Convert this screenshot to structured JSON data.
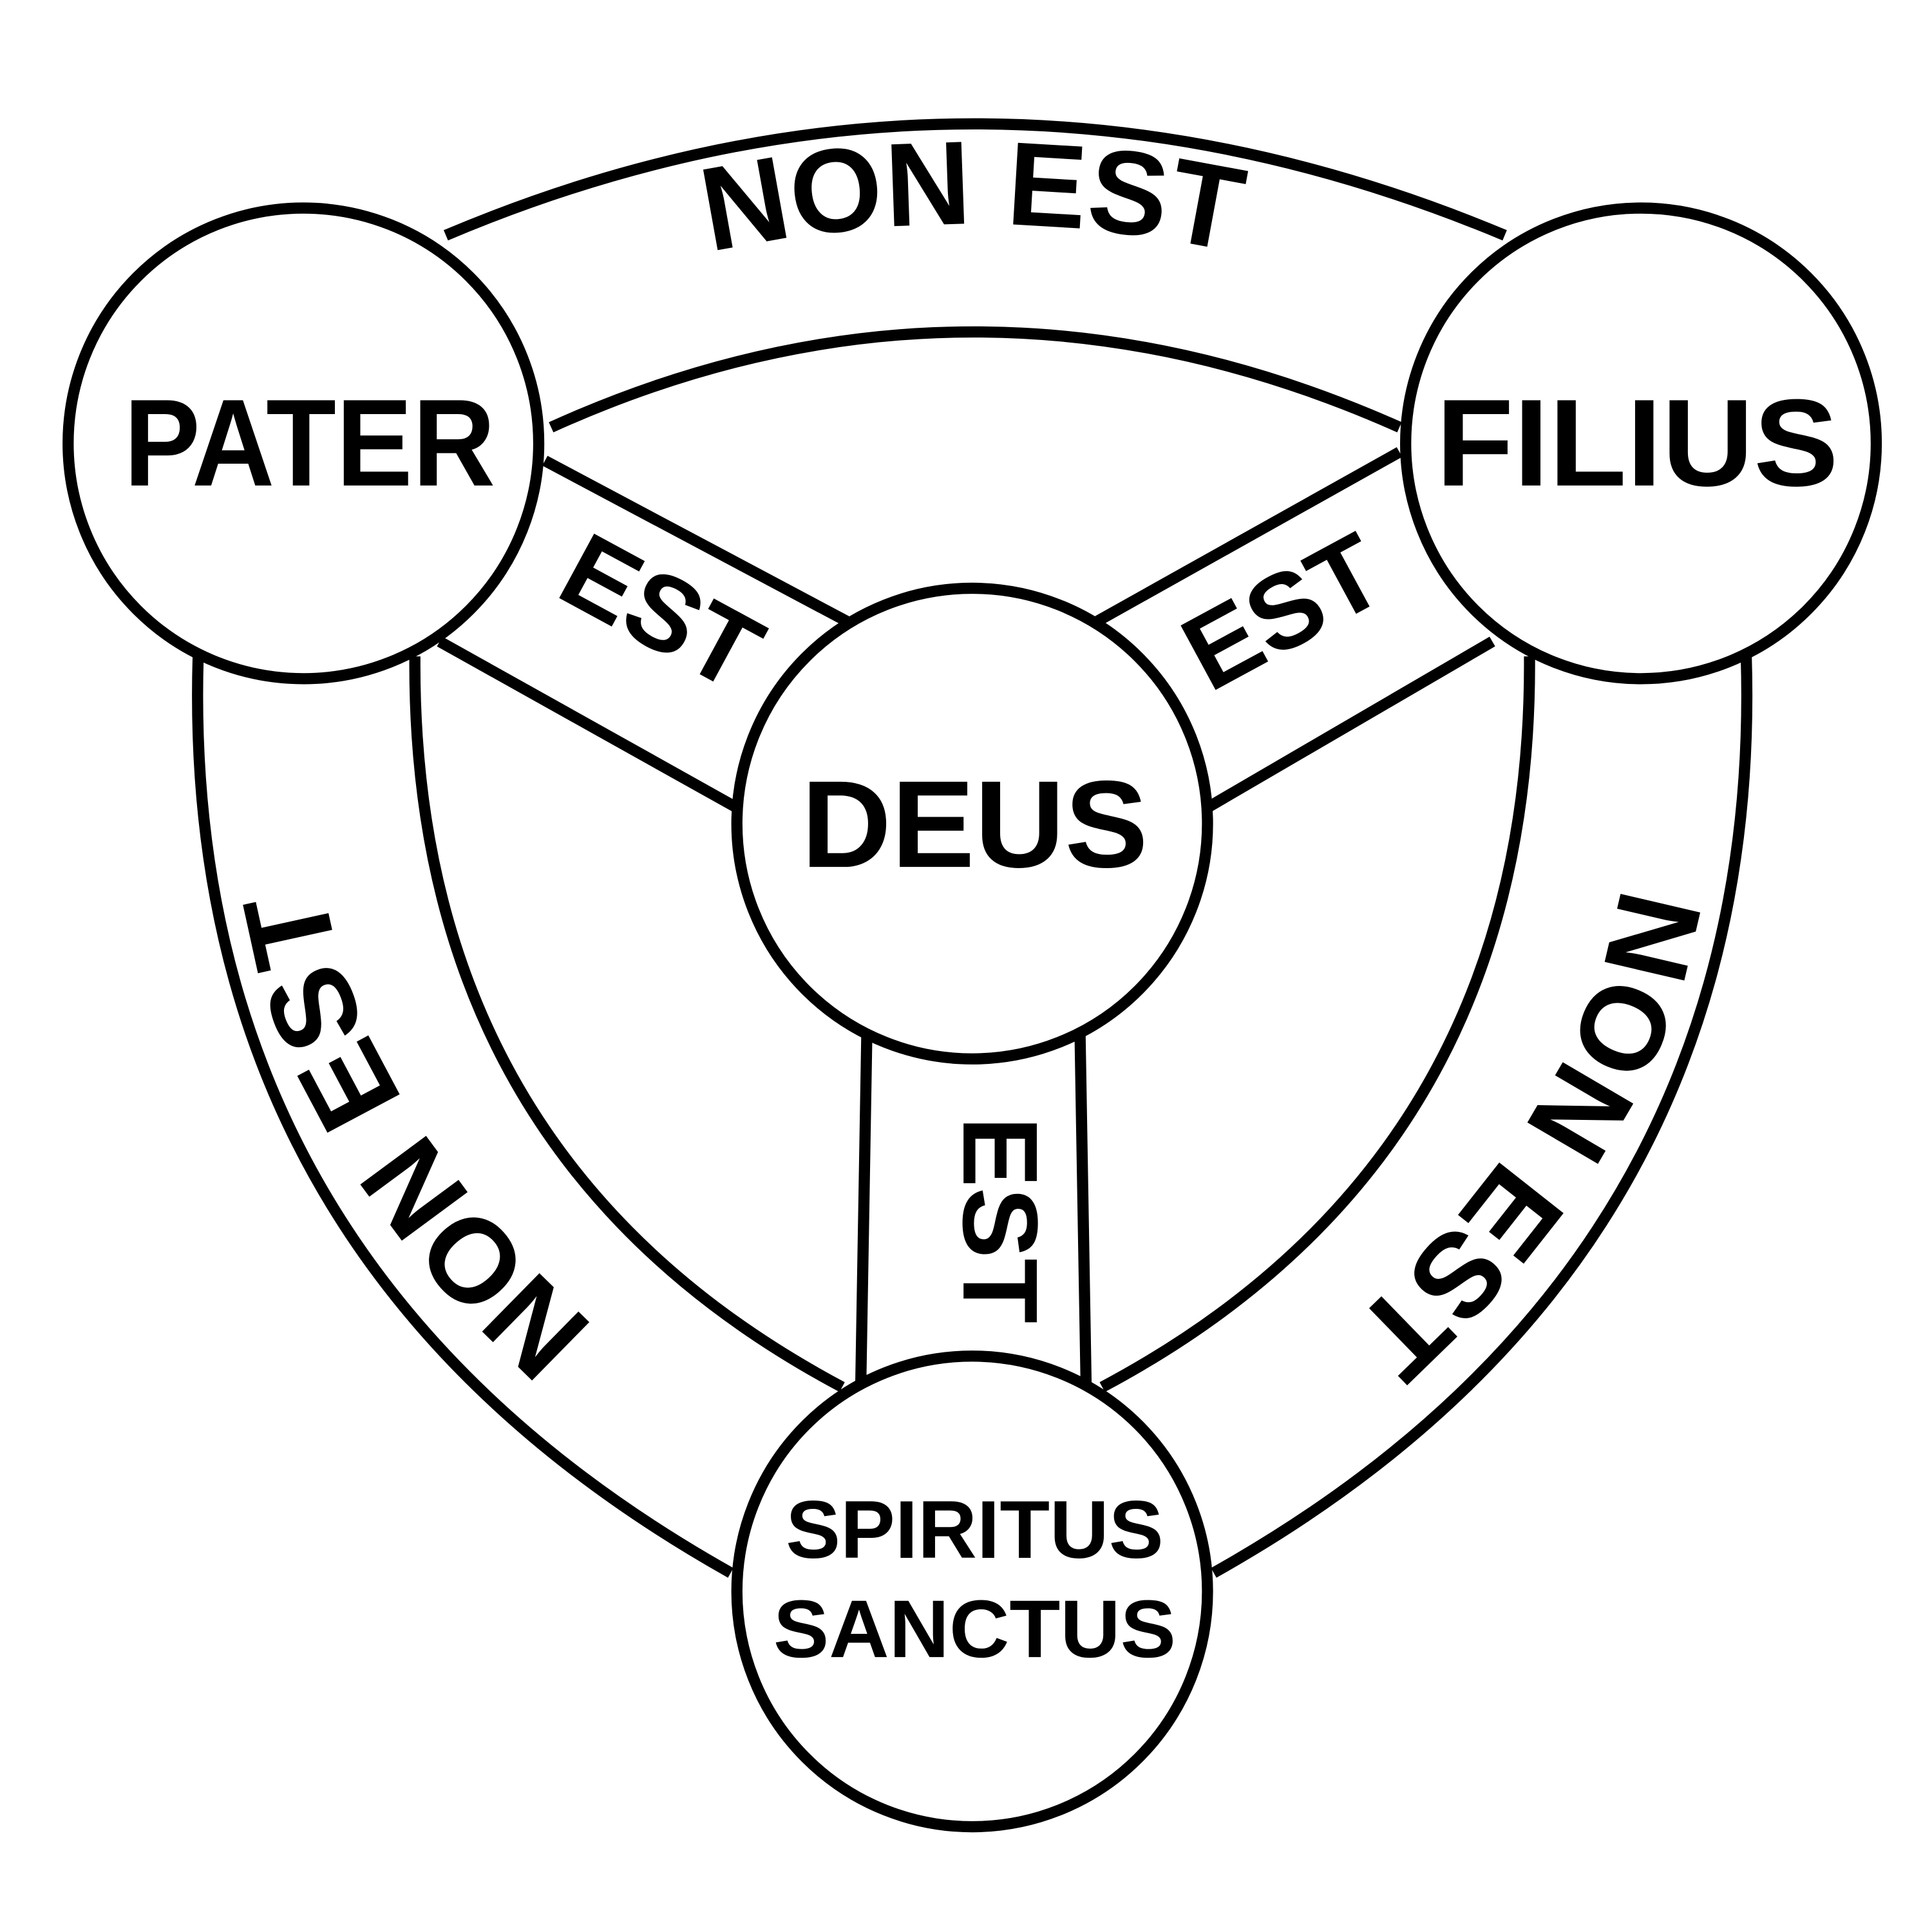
{
  "diagram": {
    "title": "Shield of the Trinity",
    "nodes": {
      "pater": "PATER",
      "filius": "FILIUS",
      "deus": "DEUS",
      "spiritus_line1": "SPIRITUS",
      "spiritus_line2": "SANCTUS"
    },
    "links": {
      "pater_filius": "NON EST",
      "pater_spiritus": "NON EST",
      "filius_spiritus": "NON EST",
      "pater_deus": "EST",
      "filius_deus": "EST",
      "spiritus_deus": "EST"
    },
    "colors": {
      "stroke": "#000000",
      "background": "#ffffff"
    }
  }
}
